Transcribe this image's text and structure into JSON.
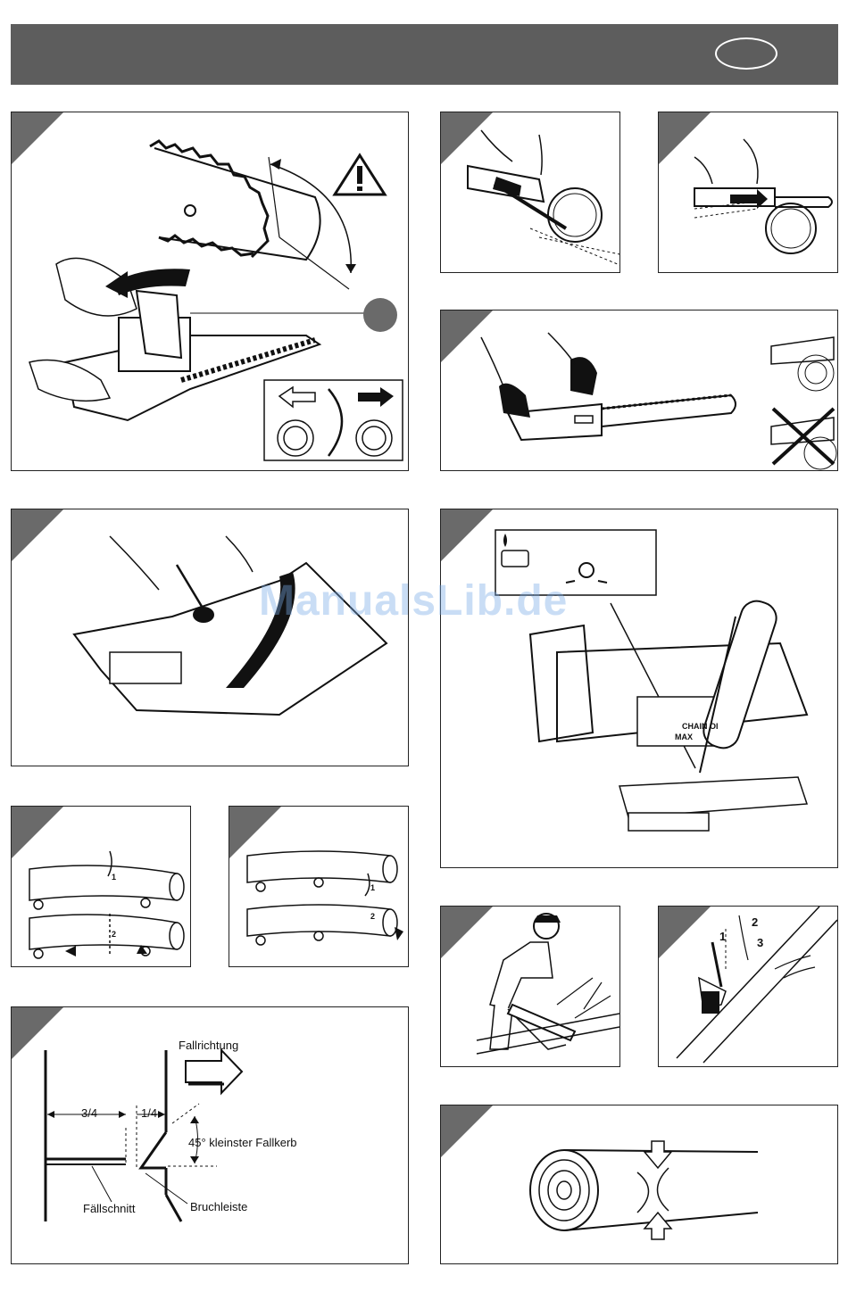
{
  "header": {
    "language_badge": ""
  },
  "watermark": "ManualsLib.de",
  "chain_oil_panel": {
    "label_line1": "CHAIN OI",
    "label_line2": "MAX"
  },
  "log_left_panel": {
    "cut1": "1",
    "cut2": "2"
  },
  "log_right_panel": {
    "cut1": "1",
    "cut2": "2"
  },
  "limbing_panel": {
    "step1": "1",
    "step2": "2",
    "step3": "3"
  },
  "felling_panel": {
    "direction": "Fallrichtung",
    "ratio_left": "3/4",
    "ratio_right": "1/4",
    "notch": "45° kleinster Fallkerb",
    "back_cut": "Fällschnitt",
    "hinge": "Bruchleiste"
  },
  "colors": {
    "header": "#5d5d5d",
    "corner": "#6a6a6a",
    "watermark": "#78aae6"
  }
}
